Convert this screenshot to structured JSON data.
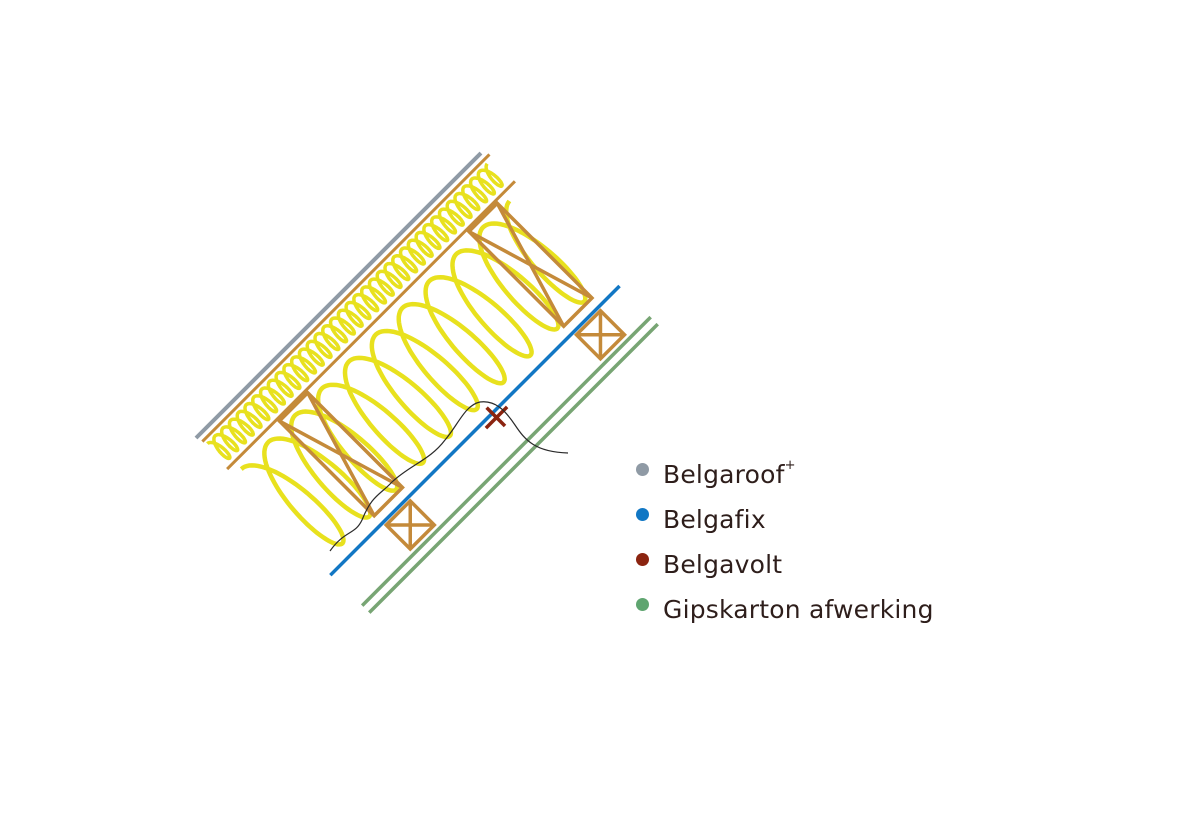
{
  "colors": {
    "belgaroof": "#8f9aa5",
    "belgafix": "#1277c4",
    "belgavolt": "#8b2410",
    "gipskarton": "#78a574",
    "timber": "#c48a3a",
    "insulation": "#e8e11e",
    "wire": "#2a2a2a"
  },
  "legend": [
    {
      "label": "Belgaroof",
      "sup": "+",
      "color": "#8f9aa5"
    },
    {
      "label": "Belgafix",
      "sup": "",
      "color": "#1177c4"
    },
    {
      "label": "Belgavolt",
      "sup": "",
      "color": "#8b2410"
    },
    {
      "label": "Gipskarton afwerking",
      "sup": "",
      "color": "#5fa570"
    }
  ]
}
